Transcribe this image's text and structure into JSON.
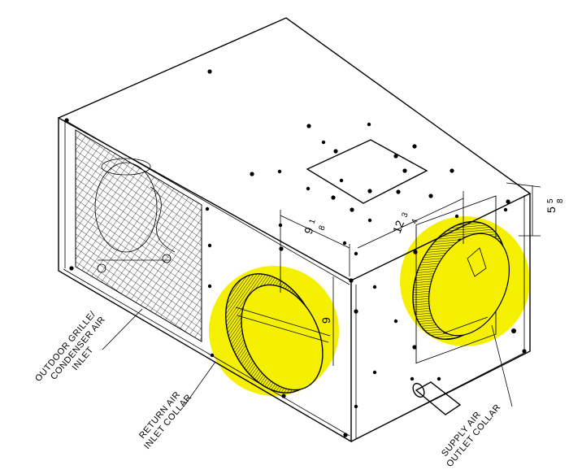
{
  "drawing": {
    "highlight_color": "#f5f000",
    "line_color": "#000000",
    "labels": {
      "outdoor_line1": "OUTDOOR GRILLE/",
      "outdoor_line2": "CONDENSER AIR",
      "outdoor_line3": "INLET",
      "return_line1": "RETURN AIR",
      "return_line2": "INLET COLLAR",
      "supply_line1": "SUPPLY AIR",
      "supply_line2": "OUTLET COLLAR"
    },
    "dimensions": {
      "dim_left_whole": "9",
      "dim_left_num": "1",
      "dim_left_den": "8",
      "dim_mid_whole": "12",
      "dim_mid_num": "3",
      "dim_mid_den": "4",
      "dim_right_whole": "5",
      "dim_right_num": "5",
      "dim_right_den": "8",
      "dim_collar": "9"
    }
  }
}
